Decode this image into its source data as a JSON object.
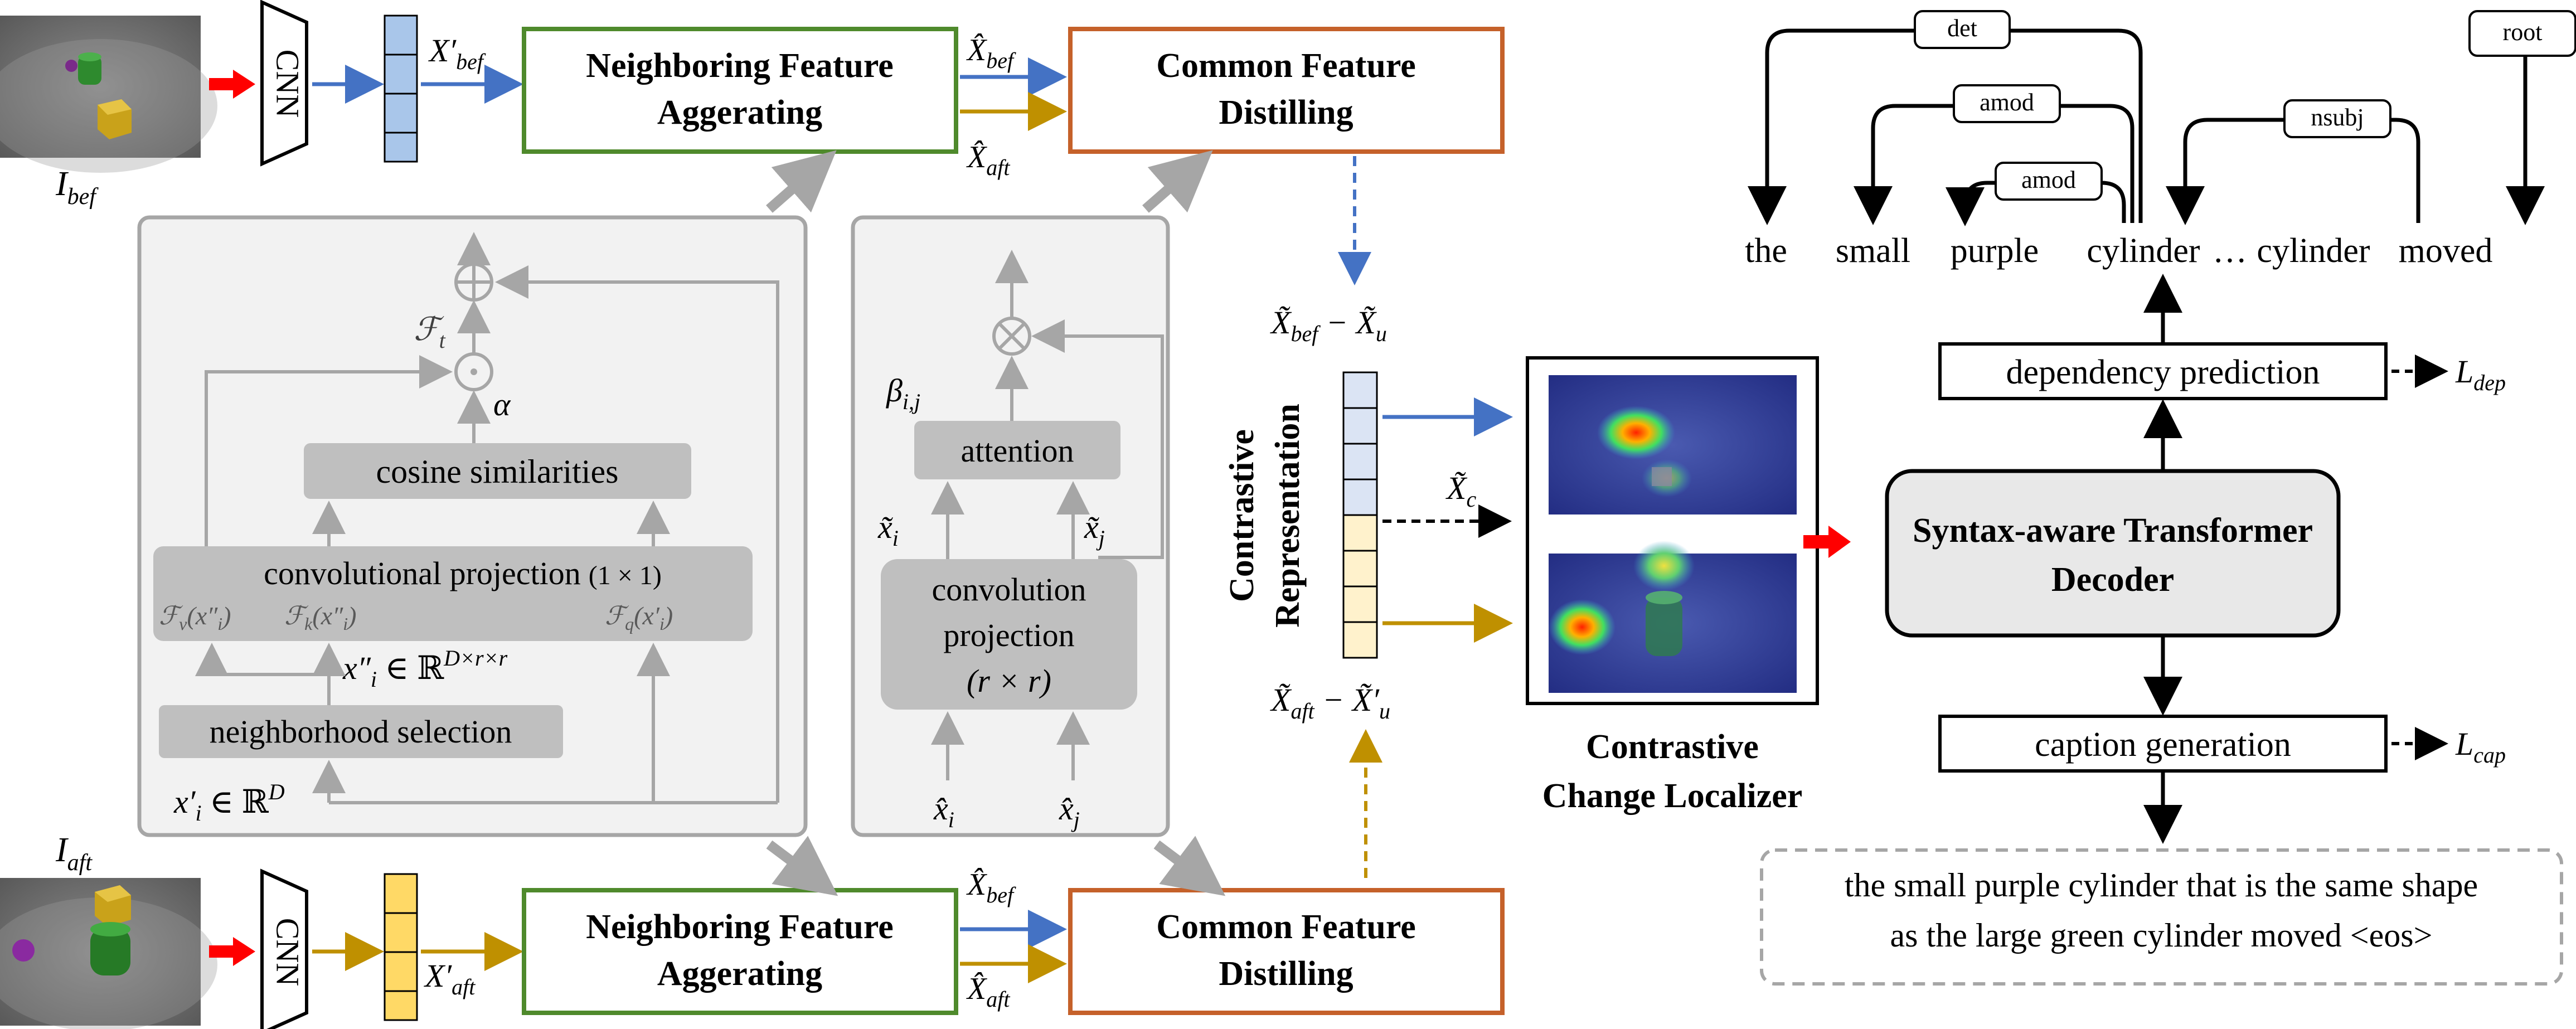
{
  "colors": {
    "green_box": "#4f8a2c",
    "orange_box": "#c5612a",
    "blue_arrow": "#4472c4",
    "gold_arrow": "#bf9000",
    "red_arrow": "#ff0000",
    "gray_panel": "#f2f2f2",
    "gray_line": "#a6a6a6",
    "gray_block": "#bfbfbf",
    "blue_cell": "#a9c6ea",
    "yellow_cell": "#ffd966",
    "light_blue_cell": "#dbe4f4",
    "light_yellow_cell": "#fff2cc"
  },
  "images": {
    "bef_label_main": "I",
    "bef_label_sub": "bef",
    "aft_label_main": "I",
    "aft_label_sub": "aft"
  },
  "cnn_label": "CNN",
  "top_branch": {
    "feat_label": "X′",
    "feat_sub": "bef",
    "nfa_line1": "Neighboring Feature",
    "nfa_line2": "Aggerating",
    "out1_main": "X̂",
    "out1_sub": "bef",
    "out2_main": "X̂",
    "out2_sub": "aft",
    "cfd_line1": "Common Feature",
    "cfd_line2": "Distilling"
  },
  "bottom_branch": {
    "feat_label": "X′",
    "feat_sub": "aft",
    "nfa_line1": "Neighboring Feature",
    "nfa_line2": "Aggerating",
    "out1_main": "X̂",
    "out1_sub": "bef",
    "out2_main": "X̂",
    "out2_sub": "aft",
    "cfd_line1": "Common Feature",
    "cfd_line2": "Distilling"
  },
  "nfa_detail": {
    "plus_sym": "⊕",
    "odot_sym": "⊙",
    "ft_label": "ℱ",
    "ft_sub": "t",
    "alpha": "α",
    "cosine": "cosine similarities",
    "conv_proj": "convolutional projection",
    "conv_proj_size": "(1 × 1)",
    "fv": "ℱ",
    "fv_sub": "v",
    "fv_arg": "(x″",
    "fv_arg_sub": "i",
    "fk": "ℱ",
    "fk_sub": "k",
    "fk_arg": "(x″",
    "fk_arg_sub": "i",
    "fq": "ℱ",
    "fq_sub": "q",
    "fq_arg": "(x′",
    "fq_arg_sub": "i",
    "xpp_label": "x″",
    "xpp_sub": "i",
    "xpp_space": " ∈ ℝ",
    "xpp_dim": "D×r×r",
    "neigh_sel": "neighborhood selection",
    "xp_label": "x′",
    "xp_sub": "i",
    "xp_space": " ∈ ℝ",
    "xp_dim": "D"
  },
  "cfd_detail": {
    "otimes_sym": "⊗",
    "beta": "β",
    "beta_sub": "i,j",
    "attention": "attention",
    "xi_tilde": "x̃",
    "xi_sub": "i",
    "xj_tilde": "x̃",
    "xj_sub": "j",
    "conv_line1": "convolution",
    "conv_line2": "projection",
    "conv_line3": "(r × r)",
    "xi_hat": "x̂",
    "xj_hat": "x̂"
  },
  "contrastive": {
    "top_expr_a": "X̃",
    "top_expr_a_sub": "bef",
    "top_expr_b": " − X̃",
    "top_expr_b_sub": "u",
    "bot_expr_a": "X̃",
    "bot_expr_a_sub": "aft",
    "bot_expr_b": " − X̃′",
    "bot_expr_b_sub": "u",
    "vlabel_line1": "Contrastive",
    "vlabel_line2": "Representation",
    "xc_main": "X̃",
    "xc_sub": "c",
    "localizer_line1": "Contrastive",
    "localizer_line2": "Change Localizer"
  },
  "decoder": {
    "label_line1": "Syntax-aware Transformer",
    "label_line2": "Decoder",
    "dep_pred": "dependency prediction",
    "dep_loss_main": "L",
    "dep_loss_sub": "dep",
    "cap_gen": "caption generation",
    "cap_loss_main": "L",
    "cap_loss_sub": "cap",
    "caption_line1": "the small purple cylinder that is the same shape",
    "caption_line2": "as the large green cylinder moved <eos>"
  },
  "dependency": {
    "words": [
      "the",
      "small",
      "purple",
      "cylinder",
      "…",
      "cylinder",
      "moved"
    ],
    "labels": [
      "det",
      "amod",
      "amod",
      "nsubj",
      "root"
    ]
  }
}
